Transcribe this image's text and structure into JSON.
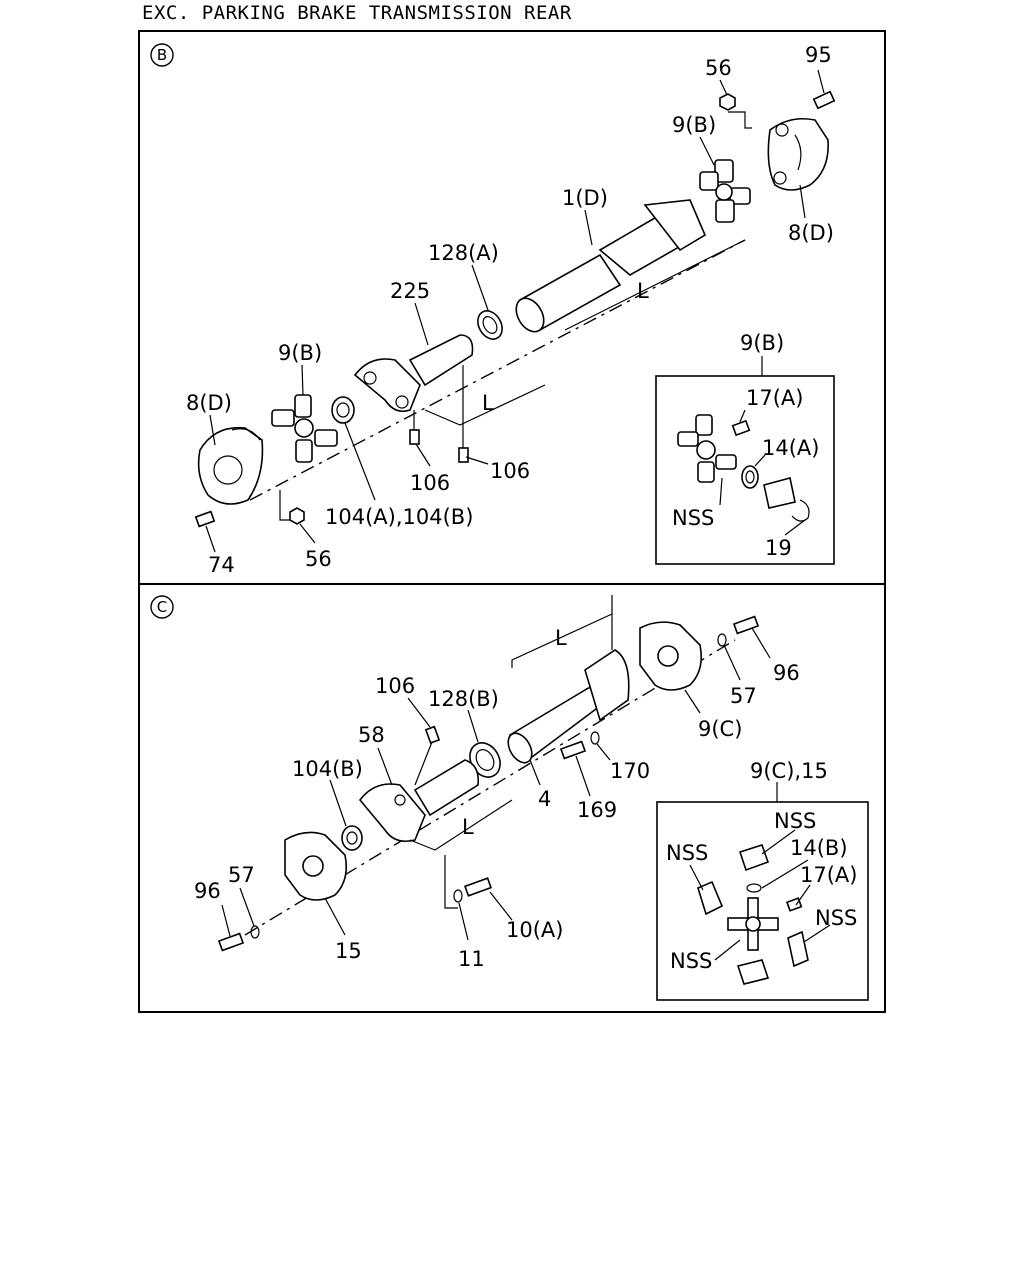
{
  "title": "EXC. PARKING BRAKE TRANSMISSION REAR",
  "sections": {
    "b": "B",
    "c": "C"
  },
  "labels": {
    "b_56_top": "56",
    "b_95": "95",
    "b_9b_top": "9(B)",
    "b_8d_right": "8(D)",
    "b_1d": "1(D)",
    "b_128a": "128(A)",
    "b_225": "225",
    "b_L1": "L",
    "b_L2": "L",
    "b_9b_left": "9(B)",
    "b_8d_left": "8(D)",
    "b_106a": "106",
    "b_106b": "106",
    "b_104": "104(A),104(B)",
    "b_74": "74",
    "b_56_bottom": "56",
    "b_inset_9b": "9(B)",
    "b_inset_17a": "17(A)",
    "b_inset_14a": "14(A)",
    "b_inset_nss": "NSS",
    "b_inset_19": "19",
    "c_L1": "L",
    "c_96_right": "96",
    "c_57_right": "57",
    "c_9c": "9(C)",
    "c_106": "106",
    "c_128b": "128(B)",
    "c_58": "58",
    "c_104b": "104(B)",
    "c_170": "170",
    "c_4": "4",
    "c_169": "169",
    "c_L2": "L",
    "c_57_left": "57",
    "c_96_left": "96",
    "c_15": "15",
    "c_11": "11",
    "c_10a": "10(A)",
    "c_inset_title": "9(C),15",
    "c_inset_nss1": "NSS",
    "c_inset_14b": "14(B)",
    "c_inset_17a": "17(A)",
    "c_inset_nss2": "NSS",
    "c_inset_nss3": "NSS",
    "c_inset_nss4": "NSS"
  }
}
